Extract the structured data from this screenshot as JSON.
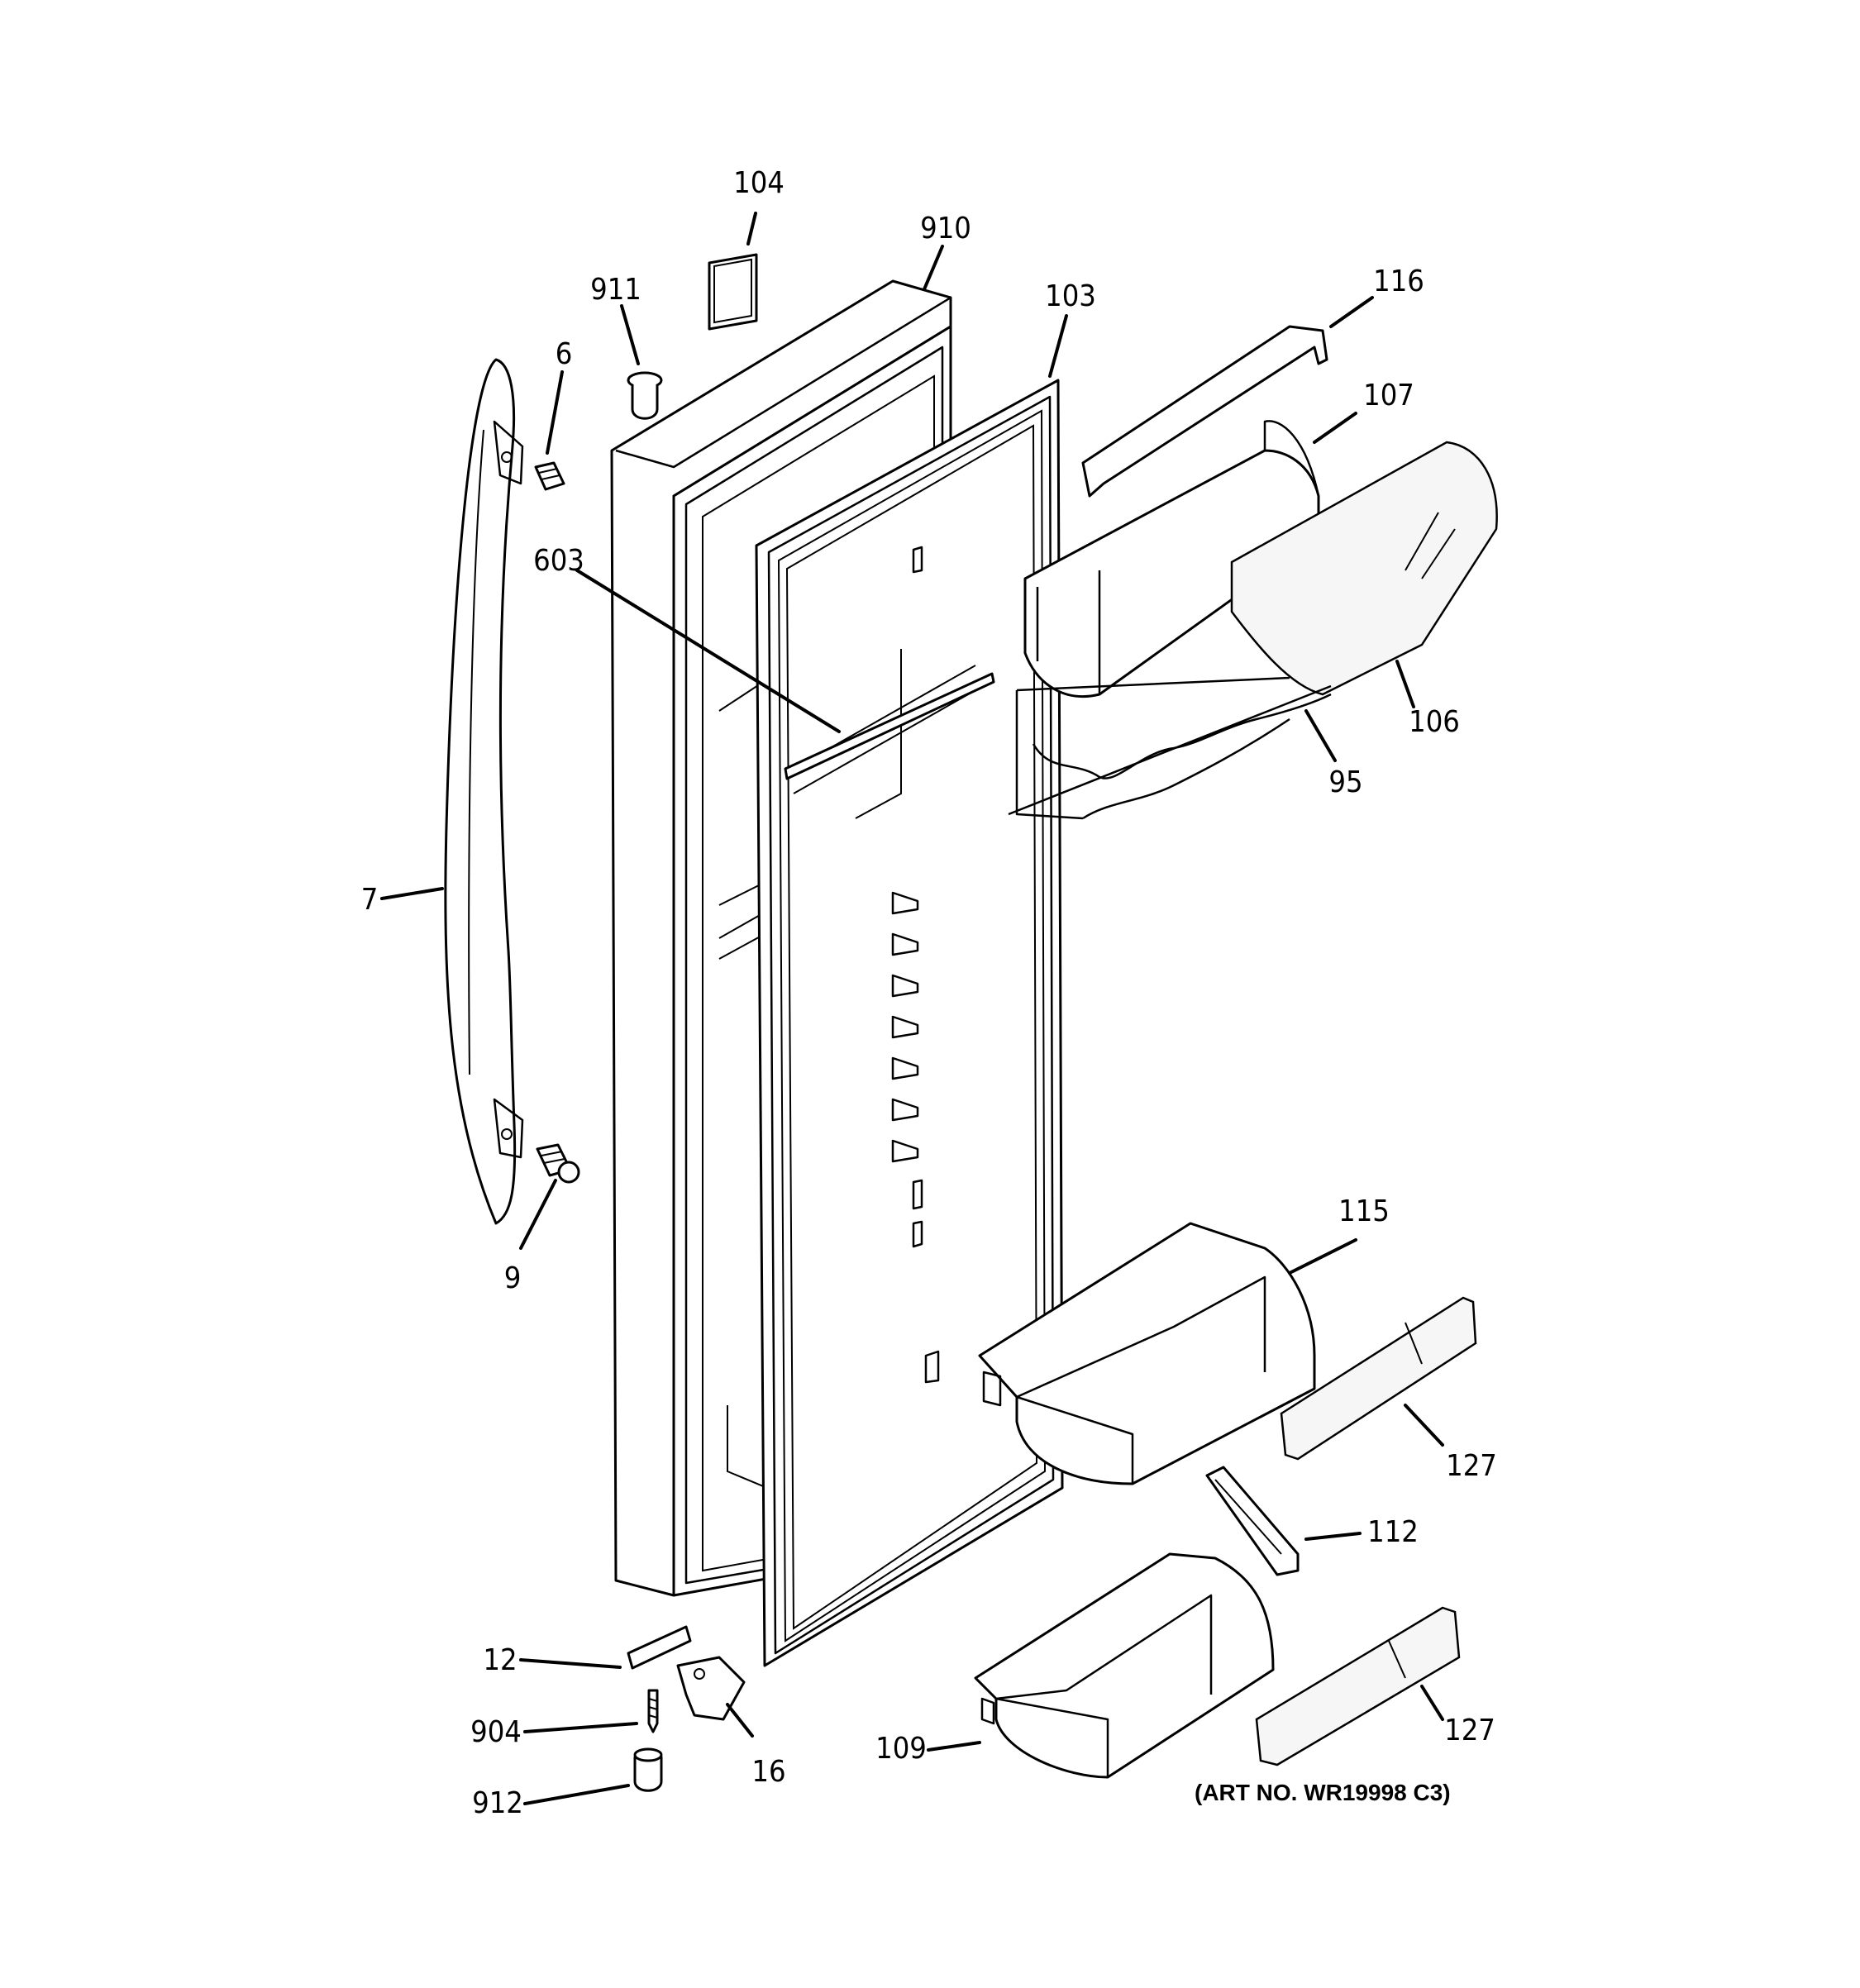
{
  "art_number": "(ART NO. WR19998 C3)",
  "labels": {
    "l104": "104",
    "l910": "910",
    "l911": "911",
    "l103": "103",
    "l116": "116",
    "l6": "6",
    "l107": "107",
    "l603": "603",
    "l106": "106",
    "l95": "95",
    "l7": "7",
    "l9": "9",
    "l115": "115",
    "l127a": "127",
    "l112": "112",
    "l12": "12",
    "l904": "904",
    "l16": "16",
    "l109": "109",
    "l127b": "127",
    "l912": "912"
  }
}
